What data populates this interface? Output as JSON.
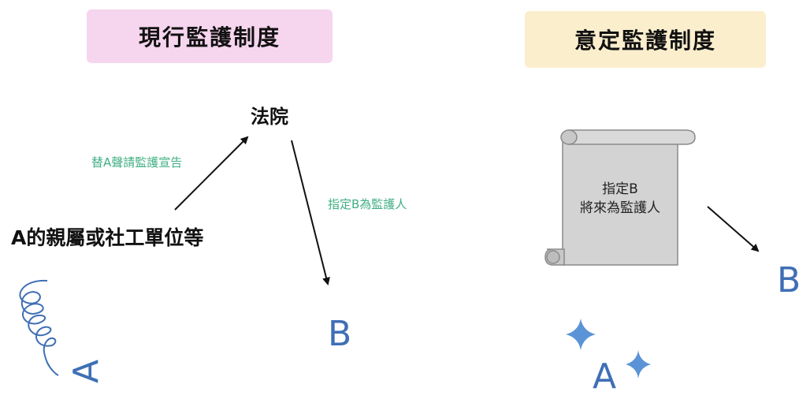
{
  "current_system": {
    "title": "現行監護制度",
    "court": "法院",
    "applicant": "A的親屬或社工單位等",
    "arrow_apply_label": "替A聲請監護宣告",
    "arrow_appoint_label": "指定B為監護人",
    "person_a": "A",
    "person_b": "B"
  },
  "designated_system": {
    "title": "意定監護制度",
    "scroll_line1": "指定B",
    "scroll_line2": "將來為監護人",
    "person_a": "A",
    "person_b": "B"
  },
  "colors": {
    "left_title_bg": "#f6d5ee",
    "right_title_bg": "#fbeecd",
    "accent_blue": "#3f6fb5",
    "label_green": "#3fae83",
    "scroll_fill": "#d3d3d3"
  }
}
